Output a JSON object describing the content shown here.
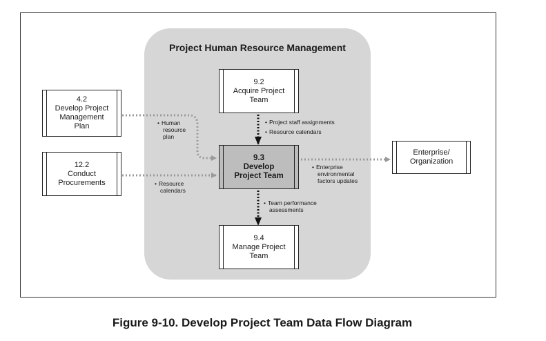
{
  "diagram": {
    "group_title": "Project Human Resource Management",
    "processes": {
      "acquire": {
        "number": "9.2",
        "line1": "Acquire Project",
        "line2": "Team"
      },
      "develop": {
        "number": "9.3",
        "line1": "Develop",
        "line2": "Project Team"
      },
      "manage": {
        "number": "9.4",
        "line1": "Manage Project",
        "line2": "Team"
      },
      "pm_plan": {
        "number": "4.2",
        "line1": "Develop Project",
        "line2": "Management",
        "line3": "Plan"
      },
      "procurements": {
        "number": "12.2",
        "line1": "Conduct",
        "line2": "Procurements"
      },
      "enterprise": {
        "line1": "Enterprise/",
        "line2": "Organization"
      }
    },
    "flows": {
      "hr_plan": [
        "Human",
        "resource",
        "plan"
      ],
      "resource_calendars_left": [
        "Resource",
        "calendars"
      ],
      "acquire_outputs": [
        "Project staff assignments",
        "Resource calendars"
      ],
      "enterprise_updates": [
        "Enterprise",
        "environmental",
        "factors updates"
      ],
      "team_assessments": [
        "Team performance",
        "assessments"
      ]
    }
  },
  "caption": "Figure 9-10. Develop Project Team Data Flow Diagram",
  "colors": {
    "group_fill": "#d6d6d6",
    "center_fill": "#bdbdbd",
    "dotted_gray": "#9a9a9a",
    "dotted_black": "#111111"
  }
}
